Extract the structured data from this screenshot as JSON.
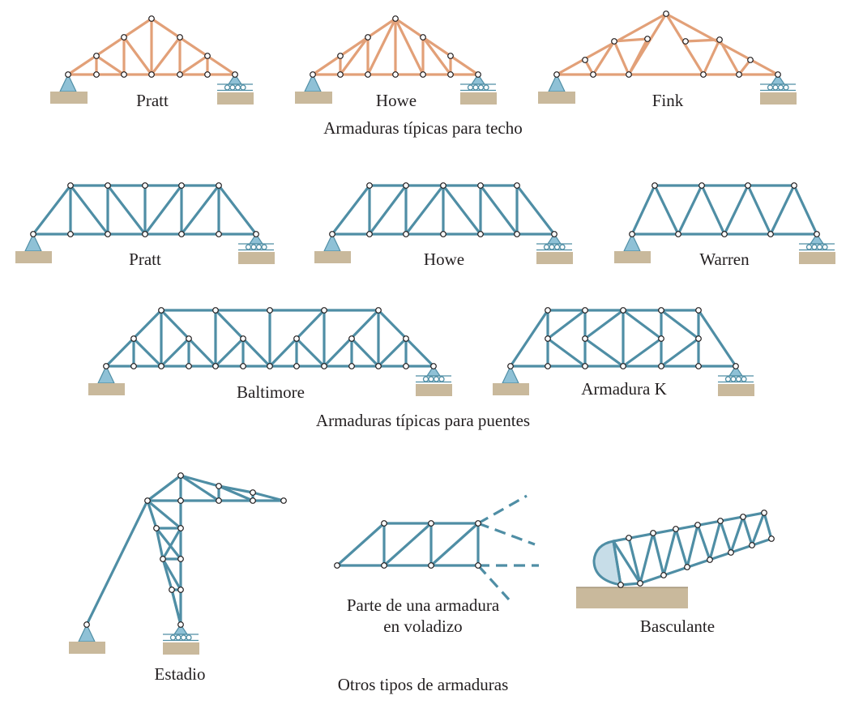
{
  "figure": {
    "roof_trusses": {
      "names": [
        "Pratt",
        "Howe",
        "Fink"
      ],
      "caption": "Armaduras típicas para techo",
      "member_color": "#e2a078"
    },
    "bridge_trusses": {
      "names": [
        "Pratt",
        "Howe",
        "Warren",
        "Baltimore",
        "Armadura K"
      ],
      "caption": "Armaduras típicas para puentes",
      "member_color": "#4f8ea5"
    },
    "other_trusses": {
      "names": [
        "Estadio",
        "Parte de una armadura",
        "en voladizo",
        "Basculante"
      ],
      "caption": "Otros tipos de armaduras",
      "member_color": "#4f8ea5"
    },
    "support_colors": {
      "pin": "#8fc1d6",
      "ground": "#c9b99c"
    }
  }
}
